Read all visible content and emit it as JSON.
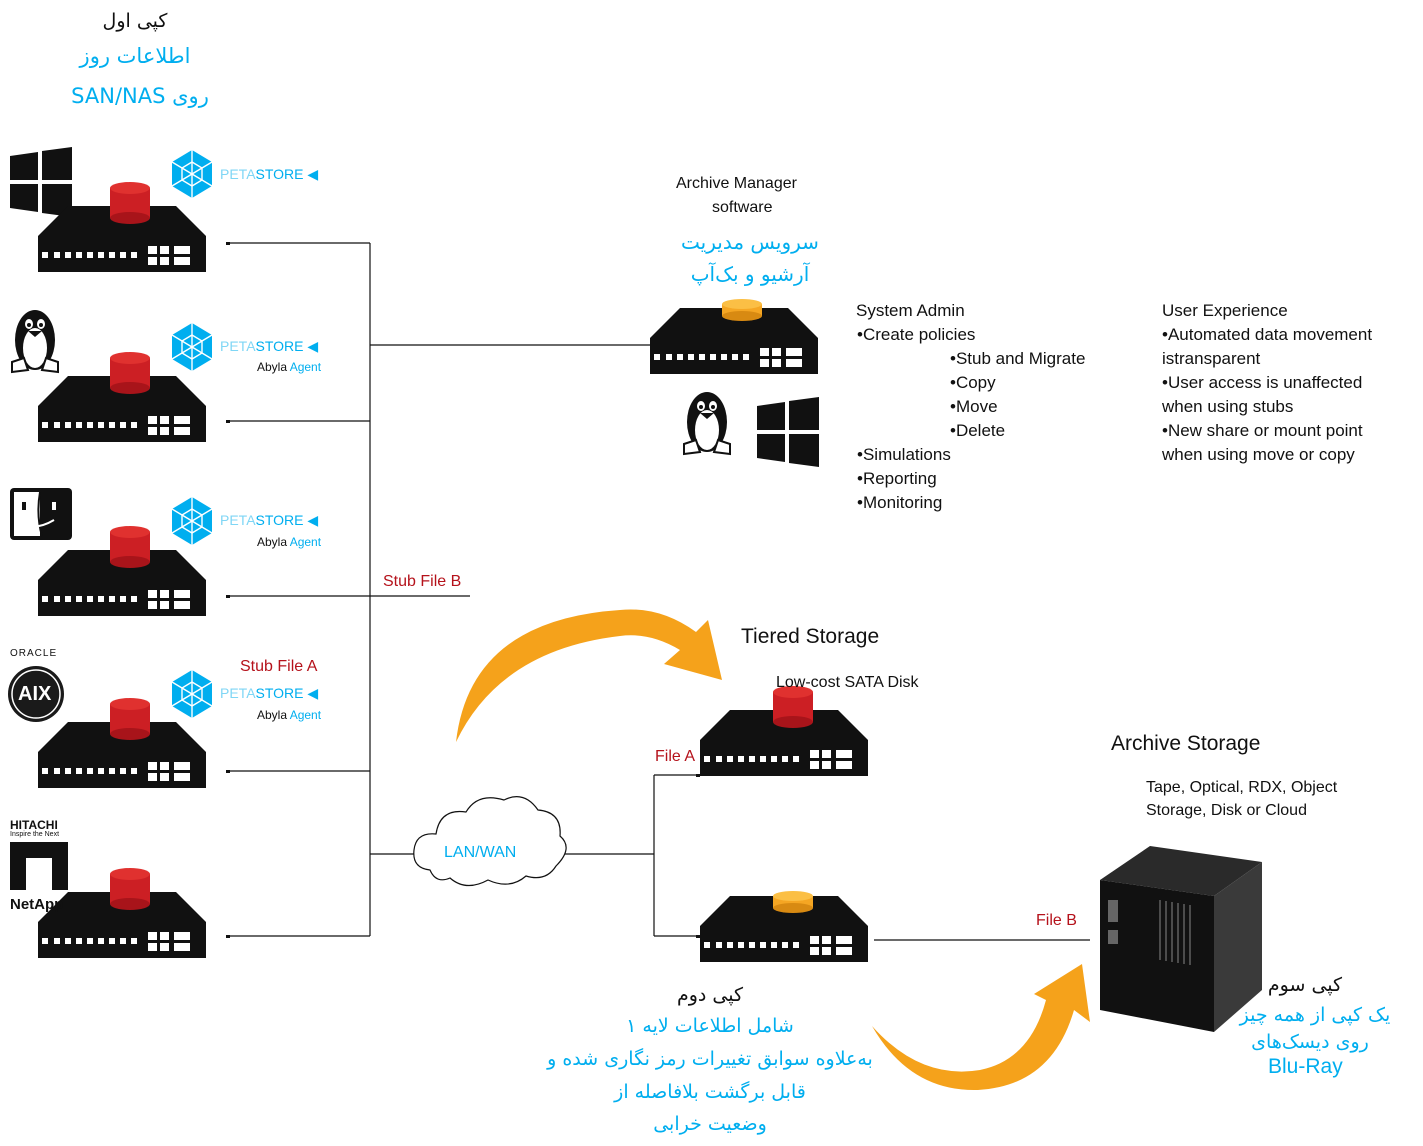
{
  "colors": {
    "accent_blue": "#00aeef",
    "stub_red": "#b5121b",
    "arrow_orange": "#f5a21b",
    "device_black": "#111111",
    "disk_red": "#cc1f24",
    "disk_orange": "#f5a623"
  },
  "first_copy": {
    "title": "کپی اول",
    "line1": "اطلاعات روز",
    "line2": "روی SAN/NAS"
  },
  "clients": [
    {
      "os_icon": "windows-icon",
      "petastore": "PETASTORE",
      "petastore_highlight": "STORE",
      "agent": ""
    },
    {
      "os_icon": "linux-icon",
      "petastore": "PETASTORE",
      "agent_a": "Abyla",
      "agent_b": "Agent"
    },
    {
      "os_icon": "mac-finder-icon",
      "petastore": "PETASTORE",
      "agent_a": "Abyla",
      "agent_b": "Agent"
    },
    {
      "os_icon": "aix-icon",
      "brand": "ORACLE",
      "brand_mark": "AIX",
      "petastore": "PETASTORE",
      "agent_a": "Abyla",
      "agent_b": "Agent"
    },
    {
      "os_icon": "netapp-icon",
      "brand": "HITACHI",
      "brand_sub": "Inspire the Next",
      "brand2": "NetApp"
    }
  ],
  "petastore_prefix": "PETA",
  "petastore_suffix": "STORE",
  "stub_file_a": "Stub File A",
  "stub_file_b": "Stub File B",
  "archive_manager": {
    "title_line1": "Archive Manager",
    "title_line2": "software",
    "fa_line1": "سرویس مدیریت",
    "fa_line2": "آرشیو و بک‌آپ"
  },
  "system_admin": {
    "title": "System Admin",
    "items": [
      "•Create policies",
      "•Stub and Migrate",
      "•Copy",
      "•Move",
      "•Delete",
      "•Simulations",
      "•Reporting",
      "•Monitoring"
    ]
  },
  "user_experience": {
    "title": "User Experience",
    "lines": [
      "•Automated data movement",
      "istransparent",
      "•User access is unaffected",
      "when using stubs",
      "•New share or mount point",
      "when using move or copy"
    ]
  },
  "tiered_storage": {
    "title": "Tiered Storage",
    "subtitle": "Low-cost SATA Disk",
    "file_a": "File A"
  },
  "lan_wan": "LAN/WAN",
  "archive_storage": {
    "title": "Archive Storage",
    "line1": "Tape, Optical, RDX, Object",
    "line2": "Storage, Disk or Cloud",
    "file_b": "File B"
  },
  "second_copy": {
    "title": "کپی دوم",
    "lines": [
      "شامل اطلاعات لایه ۱",
      "به‌علاوه سوابق تغییرات رمز نگاری شده و",
      "قابل برگشت بلافاصله از",
      "وضعیت خرابی"
    ]
  },
  "third_copy": {
    "title": "کپی سوم",
    "line1": "یک کپی از همه چیز",
    "line2": "روی دیسک‌های",
    "line3": "Blu-Ray"
  }
}
